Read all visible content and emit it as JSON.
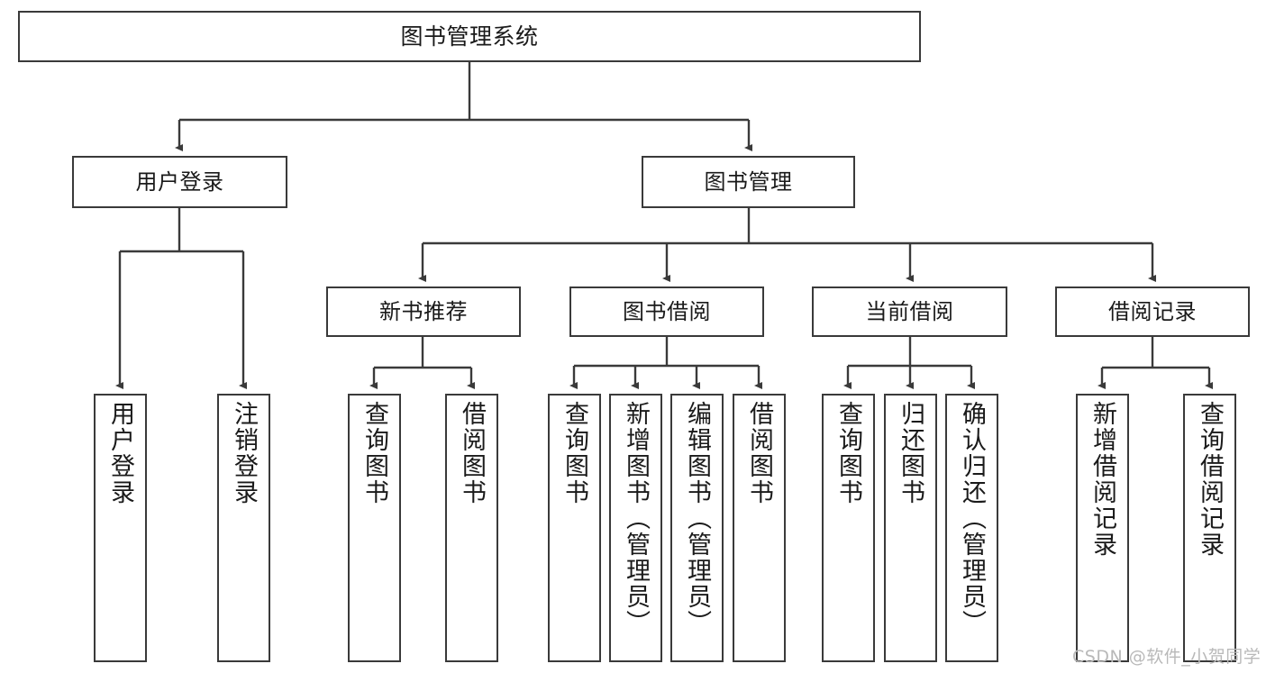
{
  "diagram": {
    "title": "图书管理系统",
    "type": "hierarchy-tree",
    "watermark": "CSDN @软件_小贺同学",
    "colors": {
      "stroke": "#3a3a3a",
      "fill": "#ffffff",
      "text": "#1a1a1a",
      "watermark": "#b9b9b9"
    },
    "nodes": {
      "root": {
        "label": "图书管理系统"
      },
      "level2": [
        {
          "label": "用户登录"
        },
        {
          "label": "图书管理"
        }
      ],
      "level3": [
        {
          "label": "新书推荐"
        },
        {
          "label": "图书借阅"
        },
        {
          "label": "当前借阅"
        },
        {
          "label": "借阅记录"
        }
      ],
      "leaves": {
        "user_login": [
          {
            "label": "用户登录"
          },
          {
            "label": "注销登录"
          }
        ],
        "new_book_recommend": [
          {
            "label": "查询图书"
          },
          {
            "label": "借阅图书"
          }
        ],
        "book_borrow": [
          {
            "label": "查询图书"
          },
          {
            "label": "新增图书（管理员）"
          },
          {
            "label": "编辑图书（管理员）"
          },
          {
            "label": "借阅图书"
          }
        ],
        "current_borrow": [
          {
            "label": "查询图书"
          },
          {
            "label": "归还图书"
          },
          {
            "label": "确认归还（管理员）"
          }
        ],
        "borrow_record": [
          {
            "label": "新增借阅记录"
          },
          {
            "label": "查询借阅记录"
          }
        ]
      }
    }
  }
}
